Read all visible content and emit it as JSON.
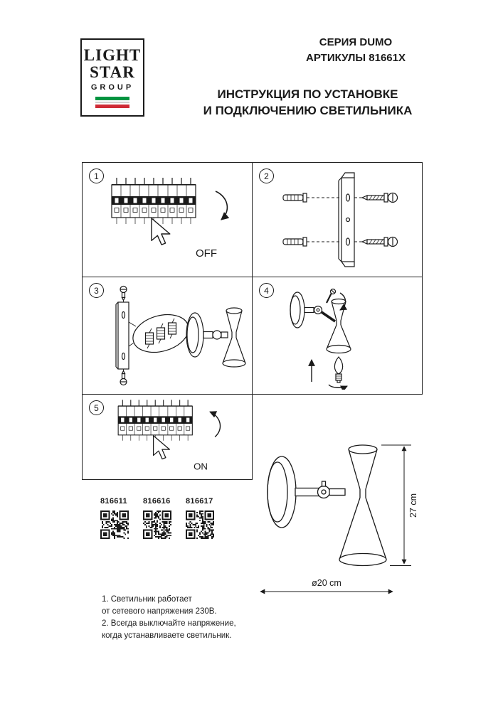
{
  "logo": {
    "line1": "LIGHT",
    "line2": "STAR",
    "line3": "GROUP",
    "flag_green": "#009440",
    "flag_white": "#d0d0d0",
    "flag_red": "#cf2b36"
  },
  "header": {
    "series": "СЕРИЯ DUMO",
    "articles": "АРТИКУЛЫ 81661X",
    "title_line1": "ИНСТРУКЦИЯ ПО УСТАНОВКЕ",
    "title_line2": "И ПОДКЛЮЧЕНИЮ СВЕТИЛЬНИКА"
  },
  "steps": [
    {
      "number": "1",
      "label": "OFF"
    },
    {
      "number": "2",
      "label": ""
    },
    {
      "number": "3",
      "label": ""
    },
    {
      "number": "4",
      "label": ""
    },
    {
      "number": "5",
      "label": "ON"
    }
  ],
  "product_codes": [
    "816611",
    "816616",
    "816617"
  ],
  "notes": [
    "1. Светильник работает",
    "от сетевого напряжения 230В.",
    "2. Всегда выключайте напряжение,",
    "когда устанавливаете светильник."
  ],
  "dimensions": {
    "height": "27 cm",
    "diameter": "ø20 cm"
  },
  "ink_color": "#1a1a1a"
}
